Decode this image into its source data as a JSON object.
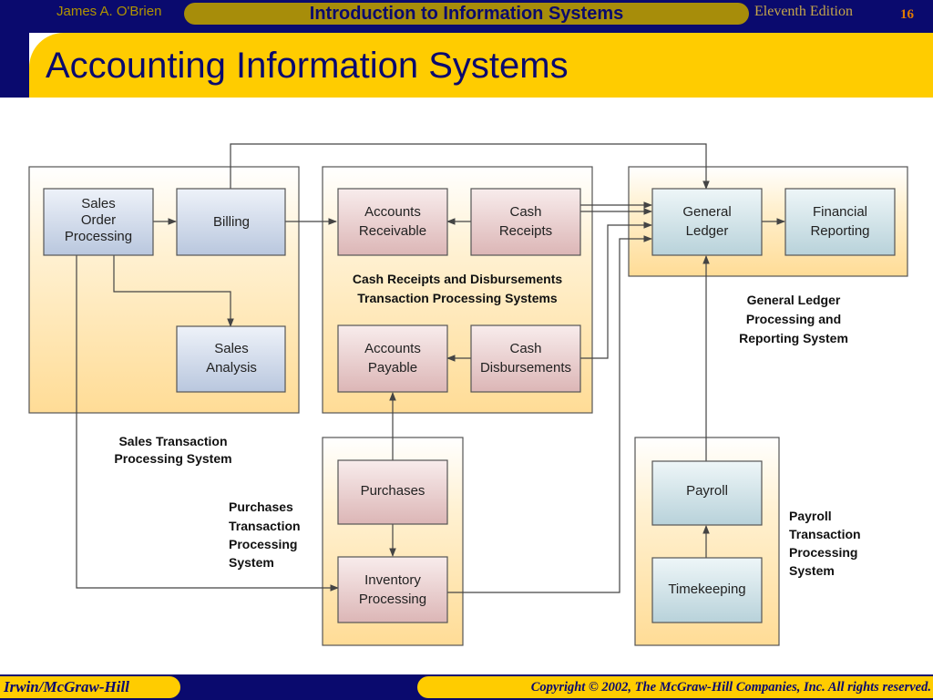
{
  "header": {
    "author": "James A. O'Brien",
    "course": "Introduction to Information Systems",
    "edition": "Eleventh Edition",
    "page_number": "16",
    "title": "Accounting Information Systems"
  },
  "footer": {
    "publisher": "Irwin/McGraw-Hill",
    "copyright": "Copyright © 2002, The McGraw-Hill Companies, Inc. All rights reserved."
  },
  "colors": {
    "navy": "#0a0a6e",
    "gold": "#ffcc00",
    "panel_fill": "#ffe6b0",
    "box_blue": "#cdd8ea",
    "box_red": "#e8cccc",
    "box_teal": "#cfe3e8"
  },
  "diagram": {
    "nodes": [
      {
        "id": "sales-order-processing",
        "lines": [
          "Sales",
          "Order",
          "Processing"
        ],
        "tint": "blue"
      },
      {
        "id": "billing",
        "lines": [
          "Billing"
        ],
        "tint": "blue"
      },
      {
        "id": "sales-analysis",
        "lines": [
          "Sales",
          "Analysis"
        ],
        "tint": "blue"
      },
      {
        "id": "accounts-receivable",
        "lines": [
          "Accounts",
          "Receivable"
        ],
        "tint": "red"
      },
      {
        "id": "cash-receipts",
        "lines": [
          "Cash",
          "Receipts"
        ],
        "tint": "red"
      },
      {
        "id": "accounts-payable",
        "lines": [
          "Accounts",
          "Payable"
        ],
        "tint": "red"
      },
      {
        "id": "cash-disbursements",
        "lines": [
          "Cash",
          "Disbursements"
        ],
        "tint": "red"
      },
      {
        "id": "general-ledger",
        "lines": [
          "General",
          "Ledger"
        ],
        "tint": "teal"
      },
      {
        "id": "financial-reporting",
        "lines": [
          "Financial",
          "Reporting"
        ],
        "tint": "teal"
      },
      {
        "id": "purchases",
        "lines": [
          "Purchases"
        ],
        "tint": "red"
      },
      {
        "id": "inventory-processing",
        "lines": [
          "Inventory",
          "Processing"
        ],
        "tint": "red"
      },
      {
        "id": "payroll",
        "lines": [
          "Payroll"
        ],
        "tint": "teal"
      },
      {
        "id": "timekeeping",
        "lines": [
          "Timekeeping"
        ],
        "tint": "teal"
      }
    ],
    "labels": [
      {
        "id": "sales-tps",
        "lines": [
          "Sales Transaction",
          "Processing System"
        ]
      },
      {
        "id": "cash-tps",
        "lines": [
          "Cash Receipts and Disbursements",
          "Transaction Processing Systems"
        ]
      },
      {
        "id": "gl-system",
        "lines": [
          "General Ledger",
          "Processing and",
          "Reporting System"
        ]
      },
      {
        "id": "purchases-tps",
        "lines": [
          "Purchases",
          "Transaction",
          "Processing",
          "System"
        ]
      },
      {
        "id": "payroll-tps",
        "lines": [
          "Payroll",
          "Transaction",
          "Processing",
          "System"
        ]
      }
    ]
  }
}
